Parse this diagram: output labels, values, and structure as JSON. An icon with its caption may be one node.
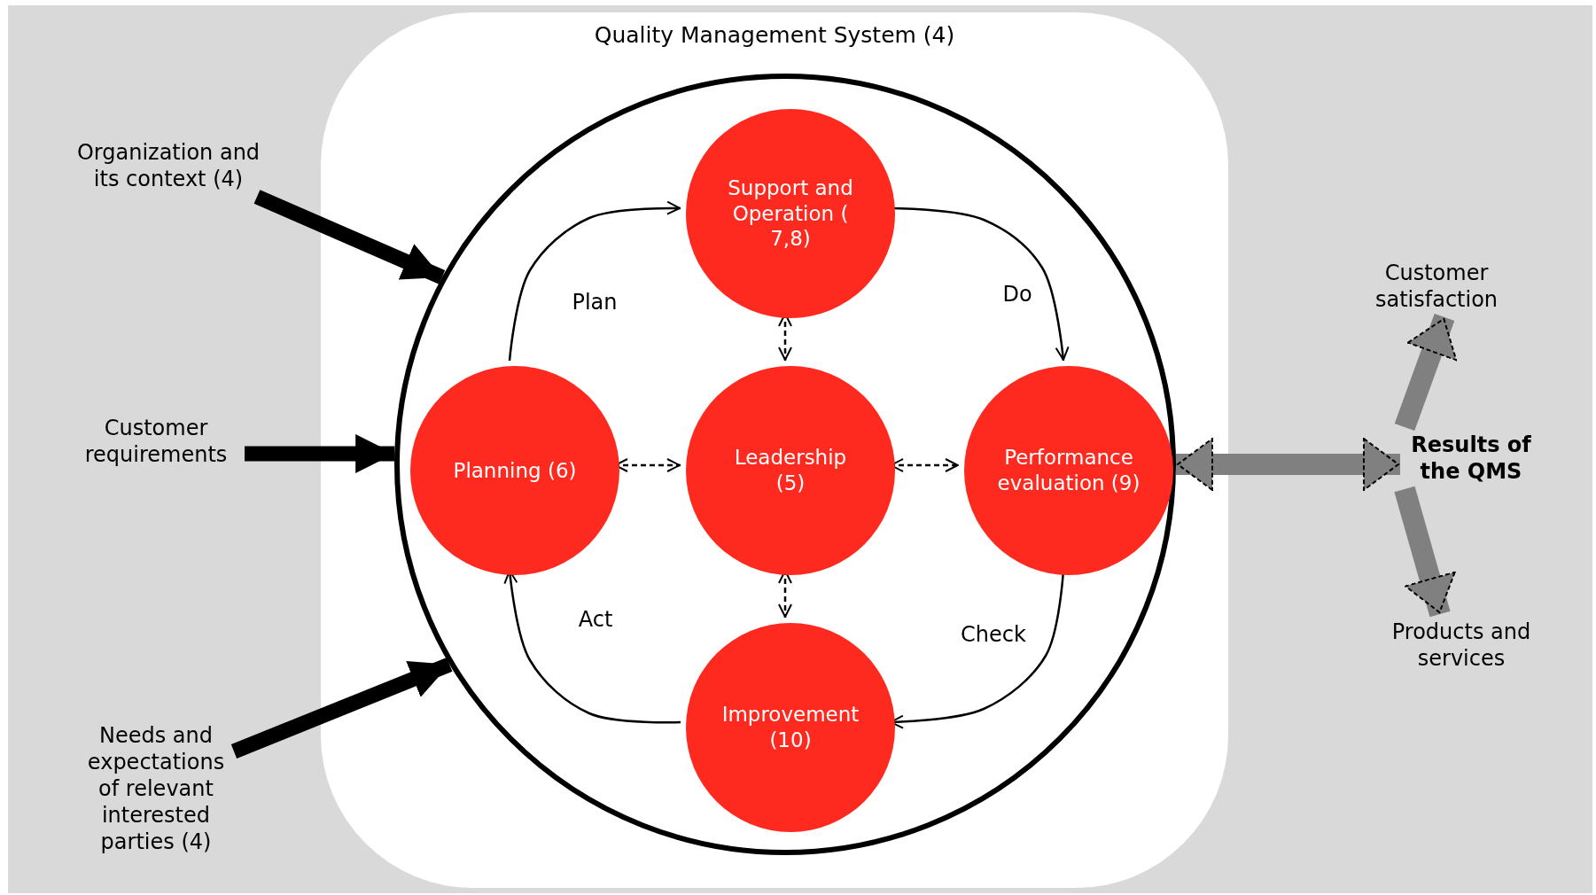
{
  "diagram": {
    "nodes": [
      {
        "text": [
          "Quality Management System (4)"
        ]
      },
      {
        "text": [],
        "shape": "circle",
        "in": 0
      },
      {
        "text": [
          "Support and Operation ( 7,8)"
        ],
        "in": 1
      },
      {
        "text": [
          "Planning (6)"
        ],
        "in": 1
      },
      {
        "text": [
          "Leadership (5)"
        ],
        "in": 1
      },
      {
        "text": [
          "Performance evaluation (9)"
        ],
        "in": 1
      },
      {
        "text": [
          "Improvement (10)"
        ],
        "in": 1
      },
      {
        "text": [
          "Organization and its context (4)"
        ]
      },
      {
        "text": [
          "Customer requirements"
        ]
      },
      {
        "text": [
          "Needs and expectations of relevant interested parties (4)"
        ]
      },
      {
        "text": [
          "Results of the QMS"
        ]
      },
      {
        "text": [
          "Customer satisfaction"
        ]
      },
      {
        "text": [
          "Products and services"
        ]
      }
    ],
    "edges": [
      {
        "from": 7,
        "to": 1,
        "arrow": "to",
        "style": "thick"
      },
      {
        "from": 8,
        "to": 1,
        "arrow": "to",
        "style": "thick"
      },
      {
        "from": 9,
        "to": 1,
        "arrow": "to",
        "style": "thick"
      },
      {
        "from": 3,
        "to": 2,
        "arrow": "to",
        "label": "Plan"
      },
      {
        "from": 2,
        "to": 5,
        "arrow": "to",
        "label": "Do"
      },
      {
        "from": 5,
        "to": 6,
        "arrow": "to",
        "label": "Check"
      },
      {
        "from": 6,
        "to": 3,
        "arrow": "to",
        "label": "Act"
      },
      {
        "from": 2,
        "to": 4,
        "arrow": "both",
        "style": "dashed"
      },
      {
        "from": 3,
        "to": 4,
        "arrow": "both",
        "style": "dashed"
      },
      {
        "from": 4,
        "to": 5,
        "arrow": "both",
        "style": "dashed"
      },
      {
        "from": 4,
        "to": 6,
        "arrow": "both",
        "style": "dashed"
      },
      {
        "from": 1,
        "to": 10,
        "arrow": "both",
        "style": "thick",
        "color": "#808080"
      },
      {
        "from": 10,
        "to": 11,
        "arrow": "to",
        "style": "thick",
        "color": "#808080"
      },
      {
        "from": 10,
        "to": 12,
        "arrow": "to",
        "style": "thick",
        "color": "#808080"
      }
    ]
  }
}
